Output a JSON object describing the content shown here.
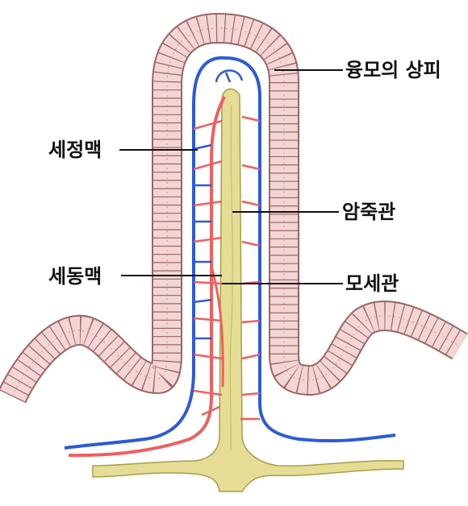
{
  "labels": {
    "villus_epithelium": "융모의 상피",
    "venule": "세정맥",
    "lacteal": "암죽관",
    "arteriole": "세동맥",
    "capillary": "모세관"
  },
  "colors": {
    "epithelium_fill": "#f2d6d6",
    "epithelium_outline": "#9c6464",
    "vein": "#2d5bd6",
    "artery": "#ef5f5f",
    "lacteal_fill": "#e5dd96",
    "lacteal_outline": "#a99d44",
    "leader": "#111111",
    "text": "#111111"
  }
}
